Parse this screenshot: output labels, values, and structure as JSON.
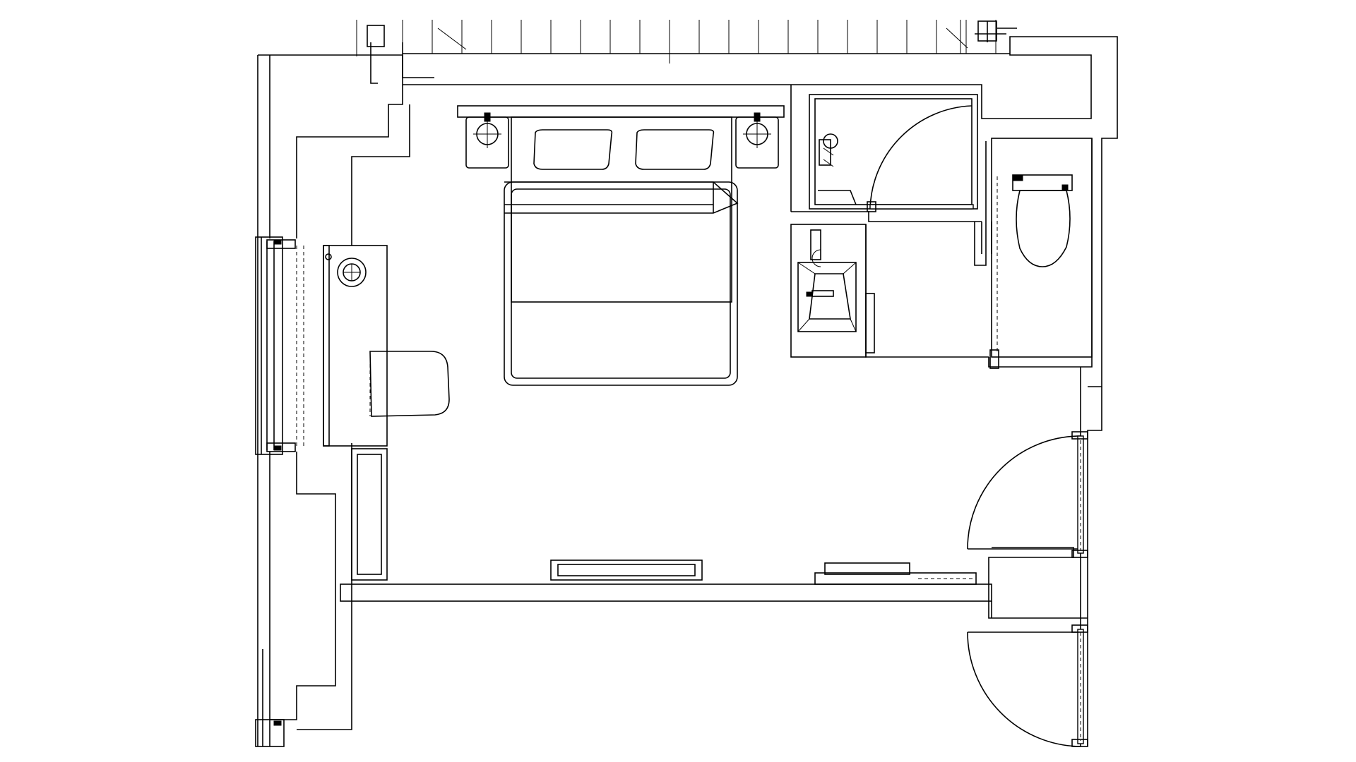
{
  "drawing": {
    "type": "architectural-floor-plan",
    "background": "#ffffff",
    "line_color": "#000000",
    "labels": []
  },
  "rooms": [
    "bedroom",
    "shower",
    "wc",
    "vanity",
    "entry-corridor"
  ],
  "furniture": [
    "double-bed",
    "pillow",
    "pillow",
    "nightstand",
    "nightstand",
    "desk",
    "desk-chair",
    "round-stool",
    "luggage-bench",
    "wardrobe",
    "tv-console"
  ],
  "fixtures": [
    "toilet",
    "wash-basin",
    "shower-enclosure",
    "shower-mixer"
  ],
  "doors": [
    "shower-door",
    "entry-door",
    "corridor-door"
  ],
  "windows": [
    "window-wall",
    "balcony-railing"
  ]
}
